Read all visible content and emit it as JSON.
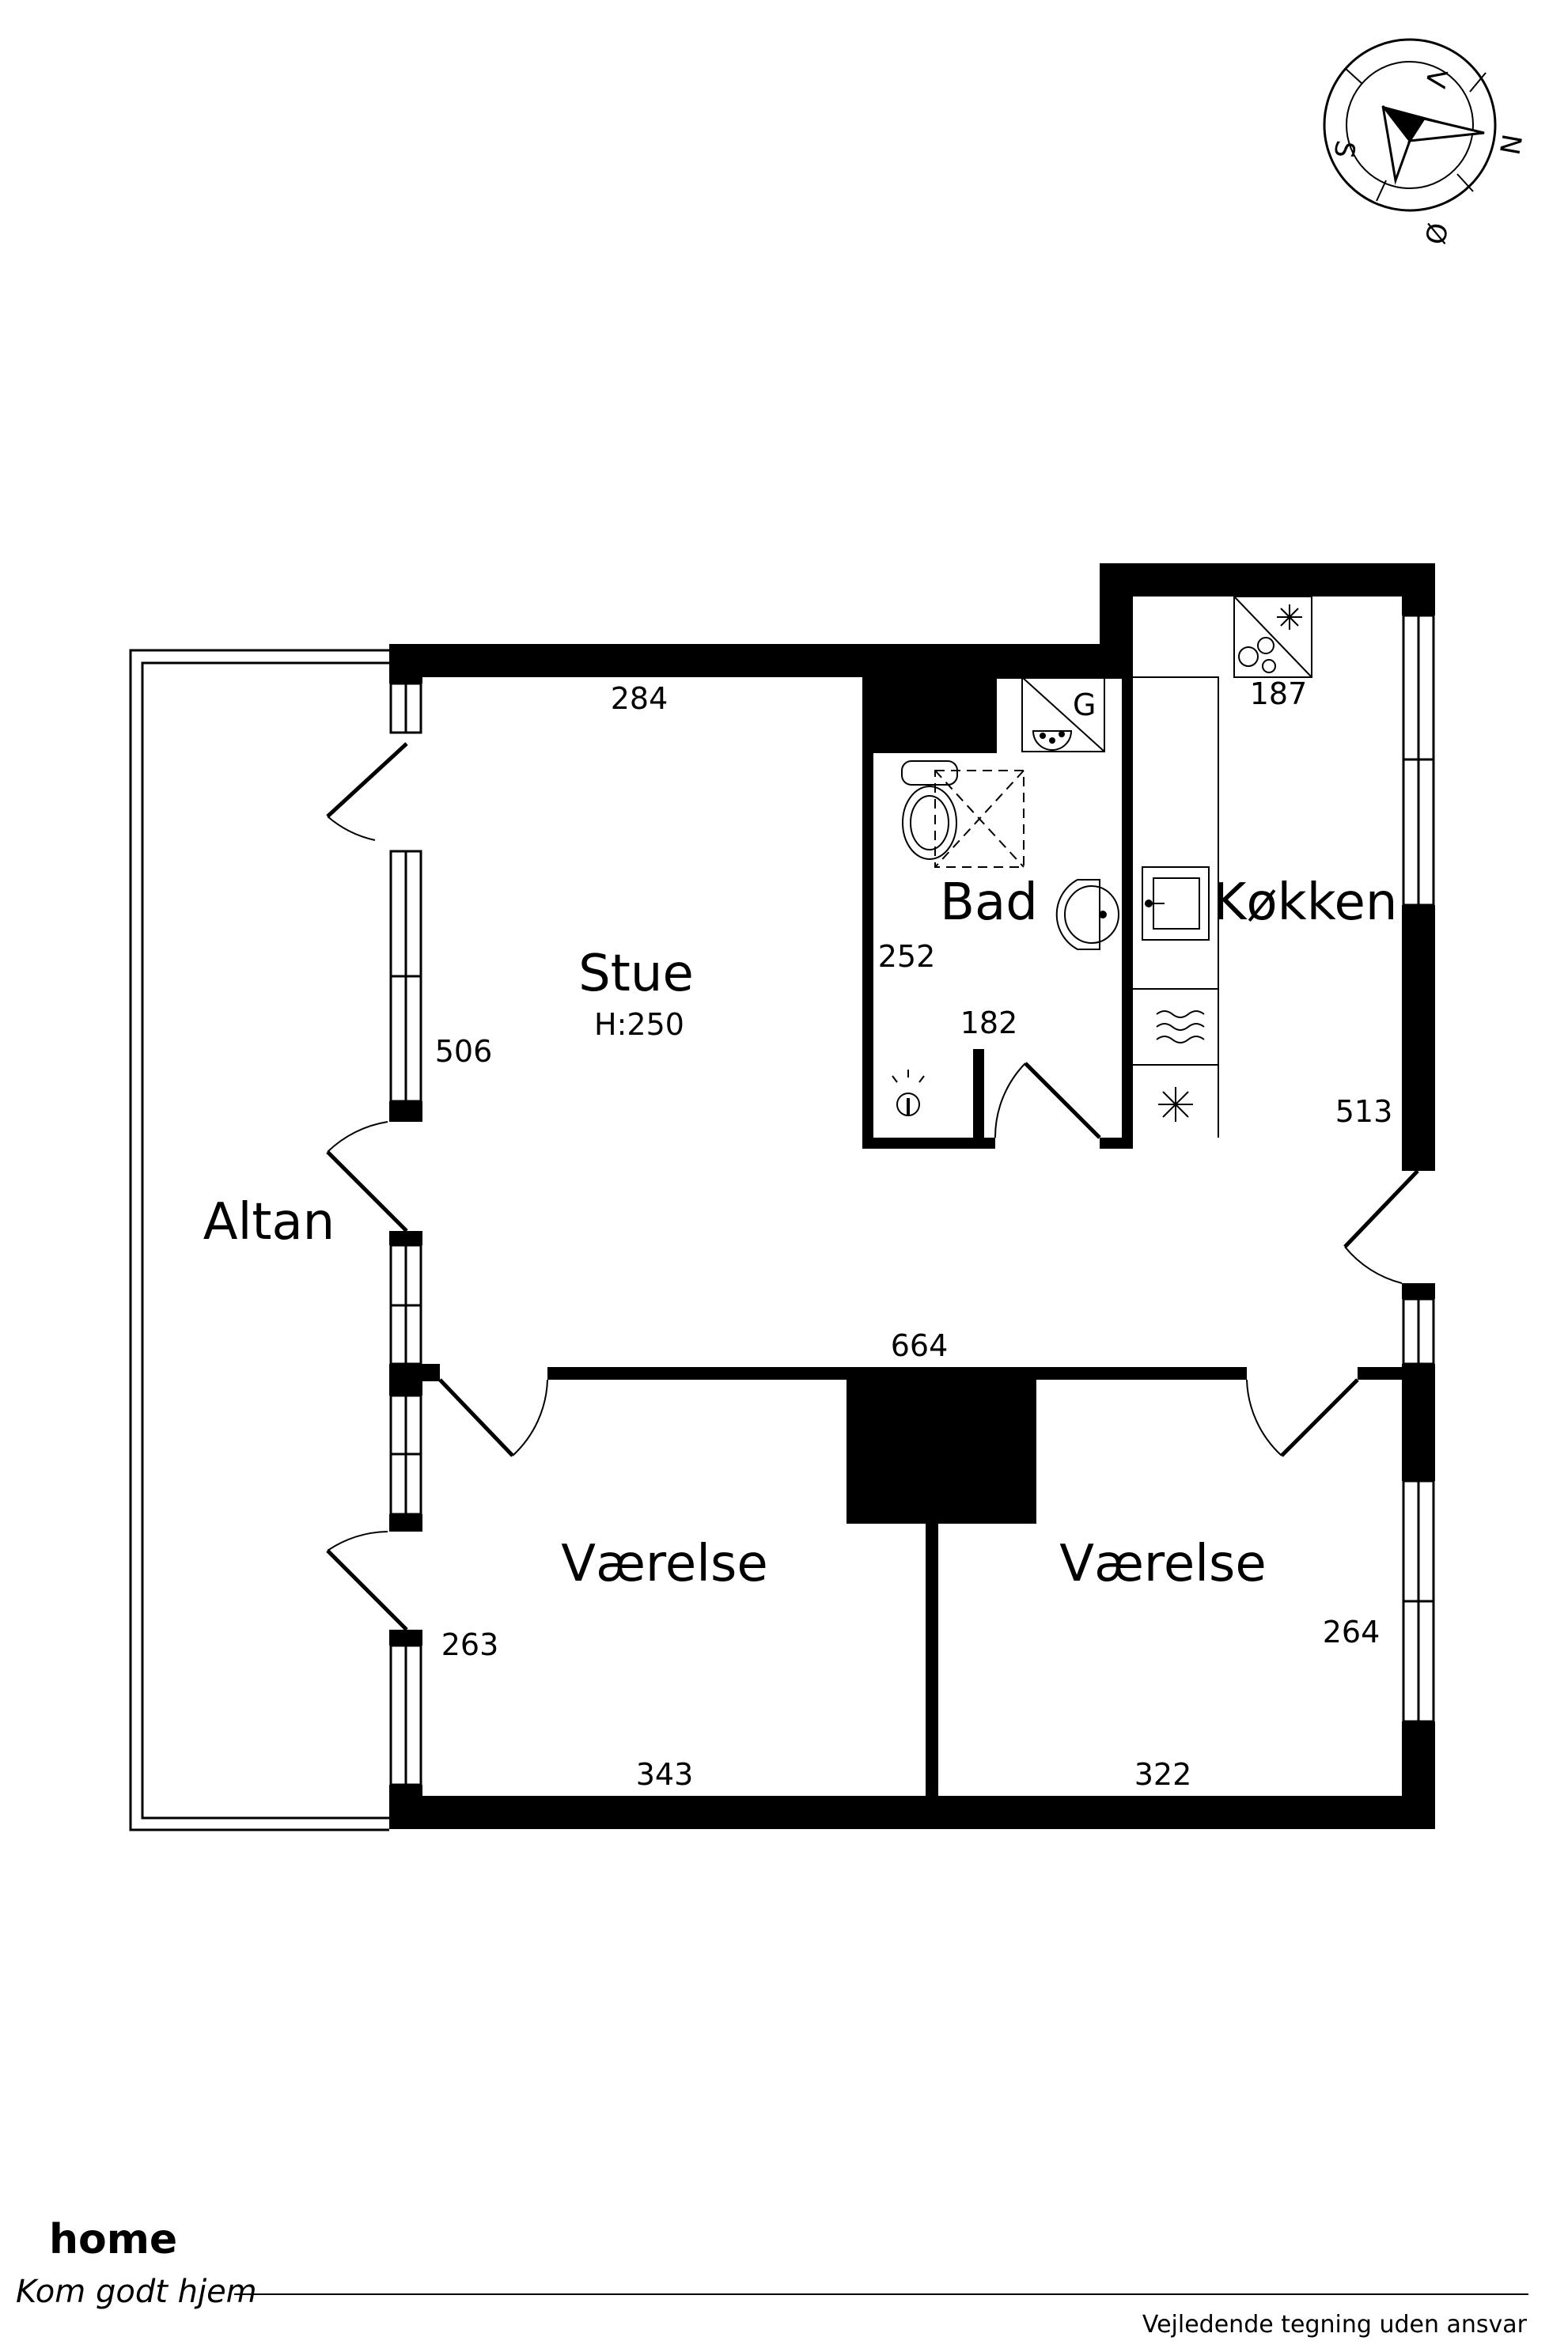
{
  "rooms": {
    "stue": {
      "name": "Stue",
      "height": "H:250"
    },
    "bad": {
      "name": "Bad",
      "gas_marker": "G"
    },
    "kokken": {
      "name": "Køkken"
    },
    "altan": {
      "name": "Altan"
    },
    "vaerelse_1": {
      "name": "Værelse"
    },
    "vaerelse_2": {
      "name": "Værelse"
    }
  },
  "dimensions": {
    "stue_top": "284",
    "stue_side": "506",
    "bad_side": "252",
    "bad_bottom": "182",
    "kokken_top": "187",
    "kokken_side": "513",
    "corridor": "664",
    "vaerelse_1_side": "263",
    "vaerelse_1_bottom": "343",
    "vaerelse_2_side": "264",
    "vaerelse_2_bottom": "322"
  },
  "compass": {
    "north": "N",
    "east": "Ø",
    "south": "S",
    "west": "V"
  },
  "branding": {
    "logo_text": "home",
    "tagline": "Kom godt hjem",
    "brand_color": "#e2001a"
  },
  "disclaimer": "Vejledende tegning uden ansvar",
  "icons": [
    "compass-rose-icon",
    "toilet-icon",
    "washbasin-icon",
    "floor-drain-icon",
    "kitchen-sink-icon",
    "cooktop-icon",
    "fridge-icon",
    "freezer-icon",
    "washing-machine-icon"
  ]
}
